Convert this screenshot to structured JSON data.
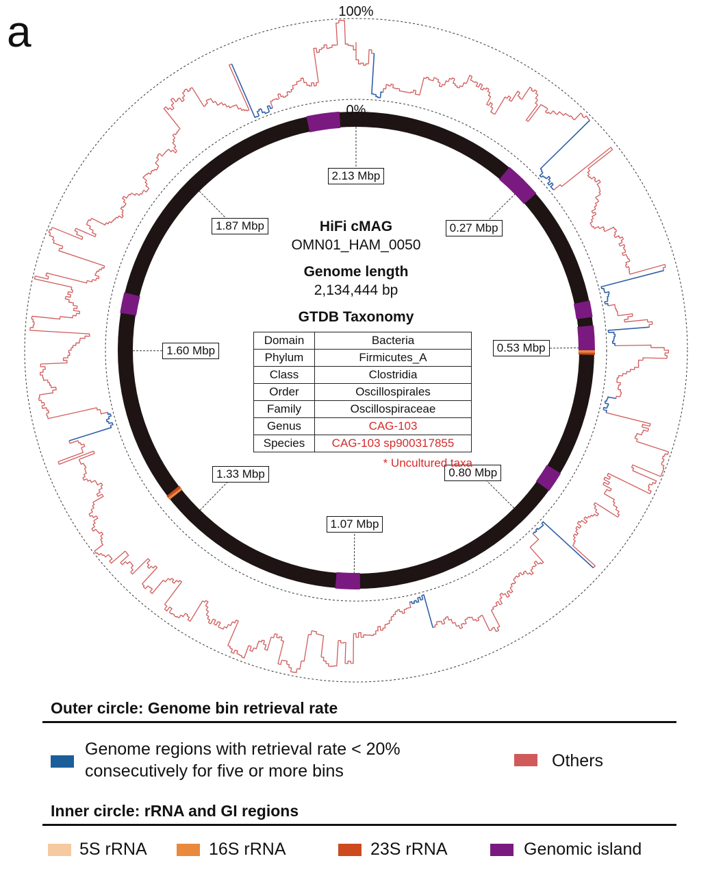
{
  "panel_letter": "a",
  "outer_ring": {
    "max_label": "100%",
    "min_label": "0%",
    "colors": {
      "low": "#2f5fa8",
      "others": "#d05a5a"
    }
  },
  "center": {
    "title": "HiFi cMAG",
    "genome_id": "OMN01_HAM_0050",
    "length_title": "Genome length",
    "length_value": "2,134,444 bp",
    "taxonomy_title": "GTDB Taxonomy"
  },
  "taxonomy": [
    {
      "rank": "Domain",
      "name": "Bacteria",
      "uncultured": false
    },
    {
      "rank": "Phylum",
      "name": "Firmicutes_A",
      "uncultured": false
    },
    {
      "rank": "Class",
      "name": "Clostridia",
      "uncultured": false
    },
    {
      "rank": "Order",
      "name": "Oscillospirales",
      "uncultured": false
    },
    {
      "rank": "Family",
      "name": "Oscillospiraceae",
      "uncultured": false
    },
    {
      "rank": "Genus",
      "name": "CAG-103",
      "uncultured": true
    },
    {
      "rank": "Species",
      "name": "CAG-103 sp900317855",
      "uncultured": true
    }
  ],
  "uncultured_note": "* Uncultured taxa",
  "genome_length_bp": 2134444,
  "ticks": [
    {
      "label": "2.13 Mbp",
      "mbp": 0
    },
    {
      "label": "0.27 Mbp",
      "mbp": 0.27
    },
    {
      "label": "0.53 Mbp",
      "mbp": 0.53
    },
    {
      "label": "0.80 Mbp",
      "mbp": 0.8
    },
    {
      "label": "1.07 Mbp",
      "mbp": 1.07
    },
    {
      "label": "1.33 Mbp",
      "mbp": 1.33
    },
    {
      "label": "1.60 Mbp",
      "mbp": 1.6
    },
    {
      "label": "1.87 Mbp",
      "mbp": 1.87
    }
  ],
  "genomic_islands_deg": [
    [
      348,
      356
    ],
    [
      40,
      45
    ],
    [
      44,
      49
    ],
    [
      78,
      82
    ],
    [
      84,
      91
    ],
    [
      121,
      126
    ],
    [
      179,
      185
    ],
    [
      279,
      284
    ]
  ],
  "rrna_deg": [
    {
      "type": "23S",
      "pos": 90.8
    },
    {
      "type": "16S",
      "pos": 90.3
    },
    {
      "type": "23S",
      "pos": 232.2
    },
    {
      "type": "16S",
      "pos": 231.6
    }
  ],
  "low_retrieval_deg": [
    [
      337,
      341
    ],
    [
      4,
      6
    ],
    [
      46,
      51
    ],
    [
      101,
      104
    ],
    [
      133,
      136
    ],
    [
      165,
      168
    ],
    [
      253,
      256
    ],
    [
      76,
      80
    ],
    [
      86,
      89
    ]
  ],
  "legend": {
    "outer_title": "Outer circle: Genome bin retrieval rate",
    "low_label_line1": "Genome regions with retrieval rate < 20%",
    "low_label_line2": "consecutively for five or more bins",
    "others_label": "Others",
    "inner_title": "Inner circle: rRNA and GI regions",
    "items": [
      {
        "label": "5S rRNA",
        "color": "#f5caa0"
      },
      {
        "label": "16S rRNA",
        "color": "#e8893d"
      },
      {
        "label": "23S rRNA",
        "color": "#cc4a1e"
      },
      {
        "label": "Genomic island",
        "color": "#7a1a80"
      }
    ]
  },
  "colors": {
    "backbone": "#1e1414",
    "gi": "#7a1a80",
    "r16s": "#e8893d",
    "r23s": "#cc4a1e"
  }
}
